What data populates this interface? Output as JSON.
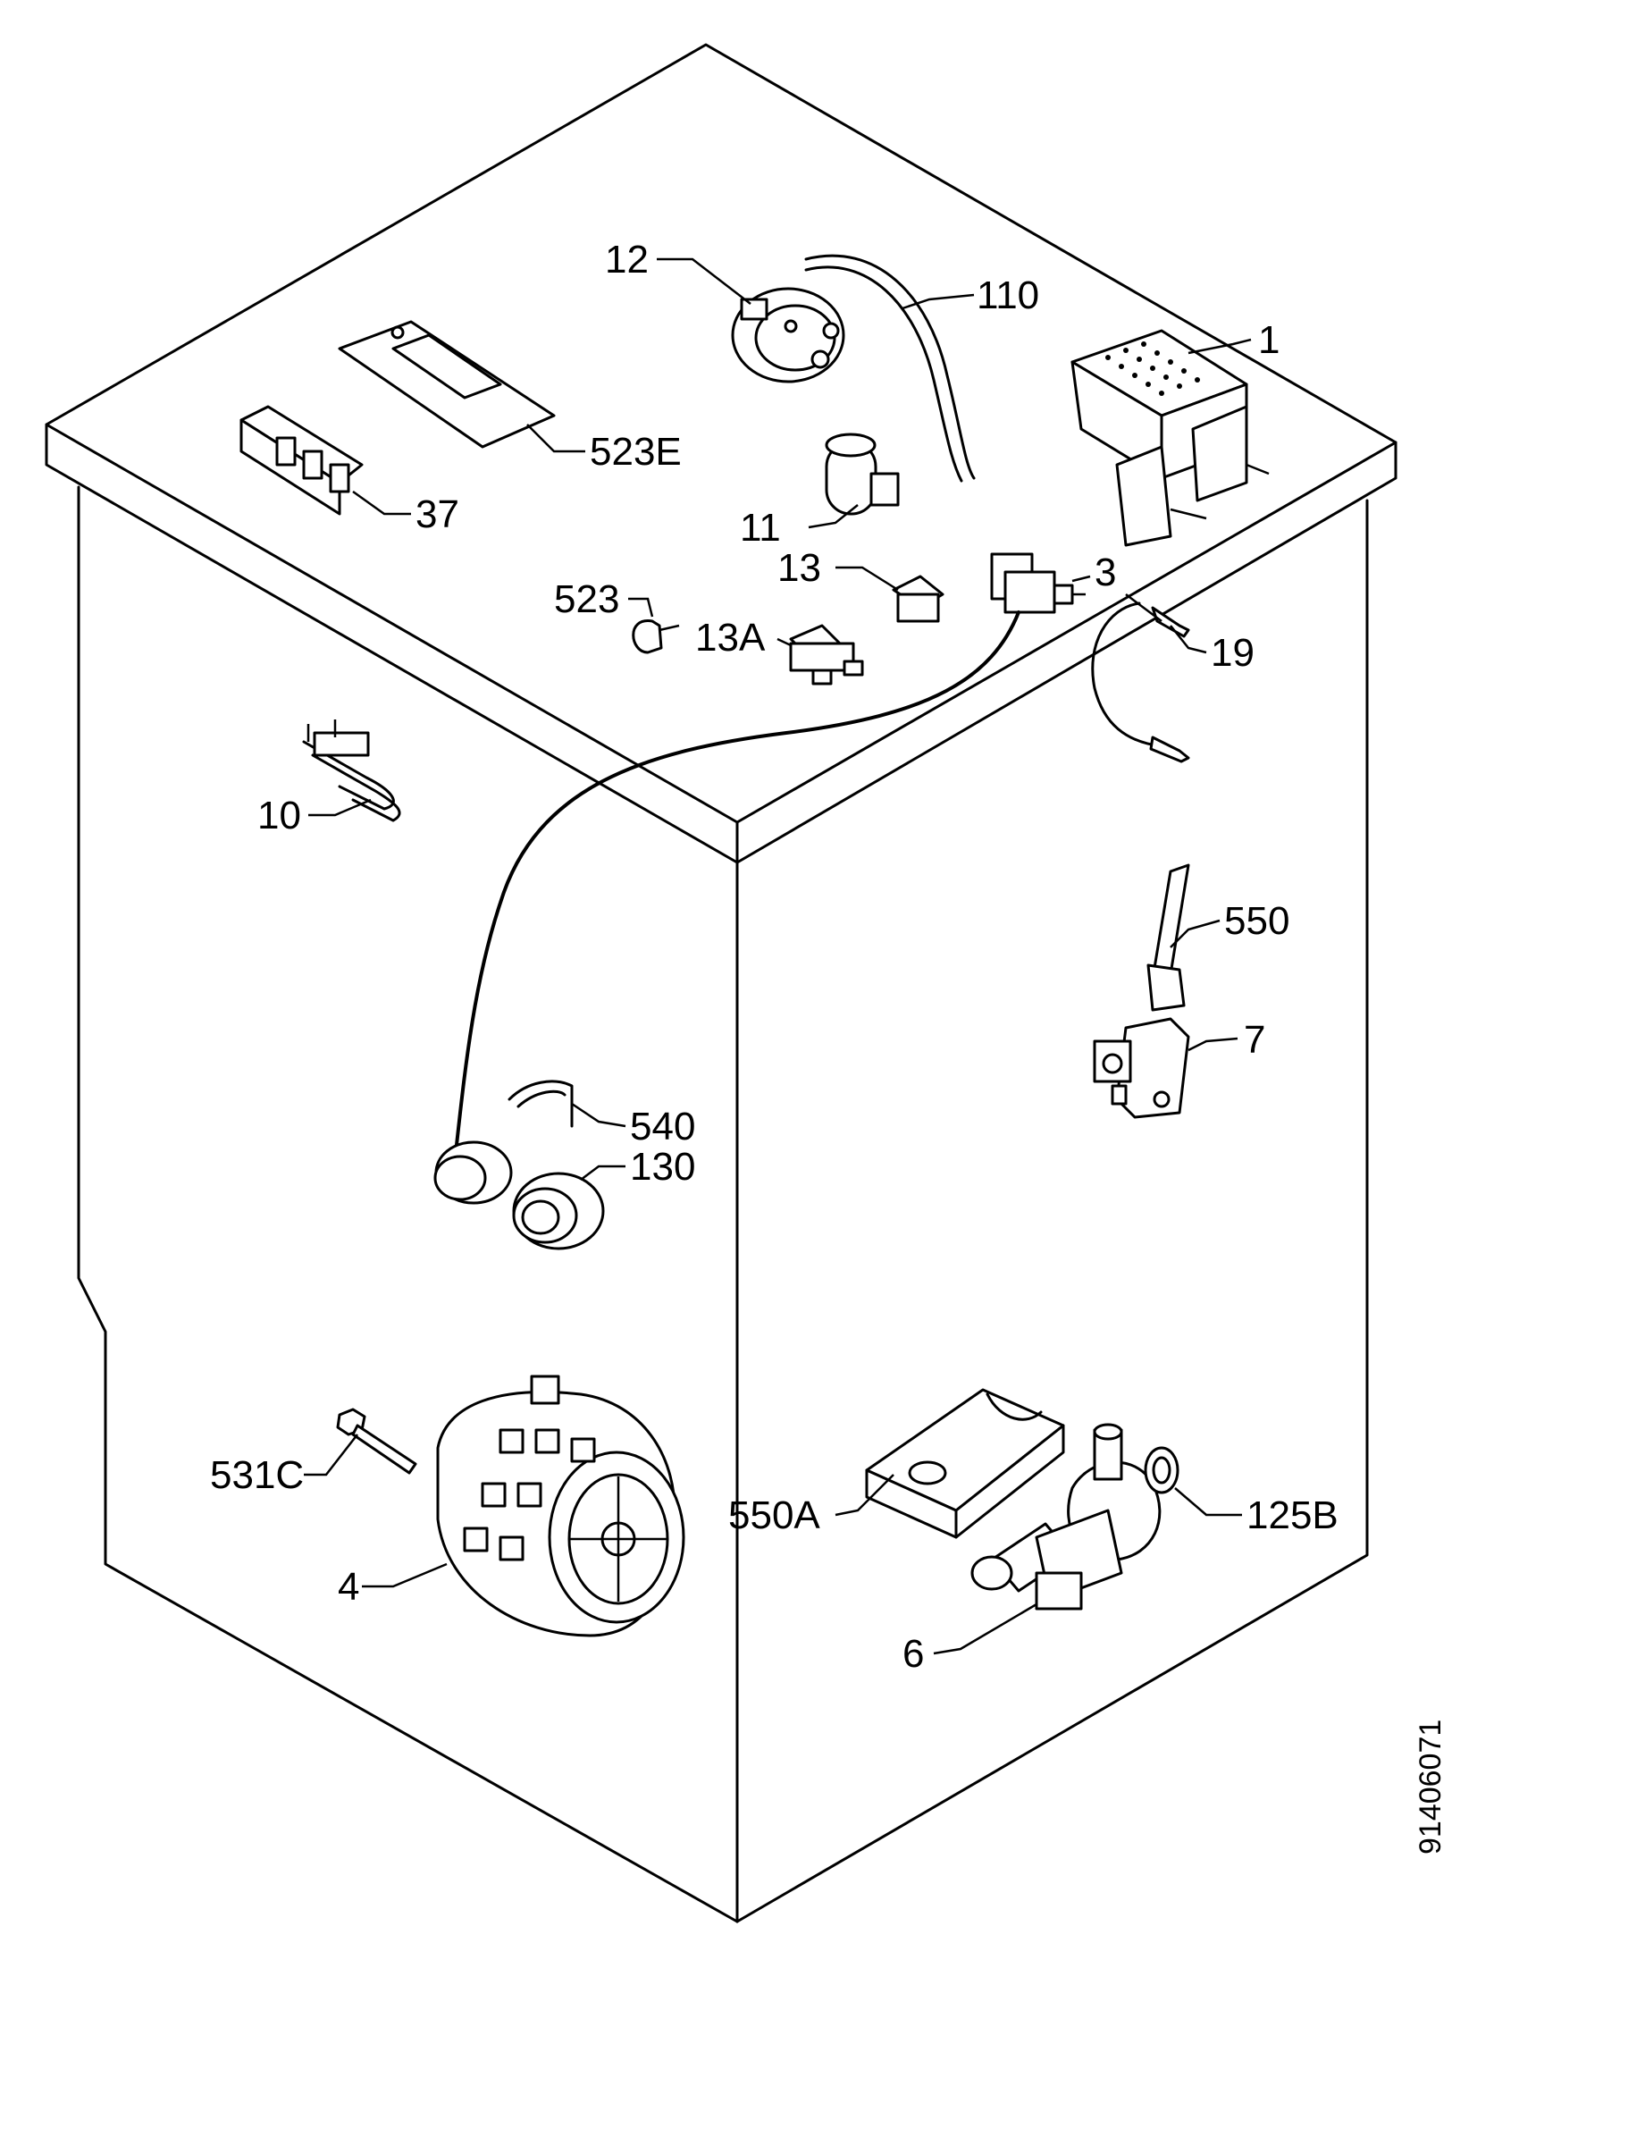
{
  "labels": {
    "p12": "12",
    "p110": "110",
    "p1": "1",
    "p523e": "523E",
    "p37": "37",
    "p11": "11",
    "p13": "13",
    "p3": "3",
    "p523": "523",
    "p13a": "13A",
    "p19": "19",
    "p10": "10",
    "p550": "550",
    "p7": "7",
    "p540": "540",
    "p130": "130",
    "p531c": "531C",
    "p550a": "550A",
    "p125b": "125B",
    "p4": "4",
    "p6": "6"
  },
  "doc_number": "91406071"
}
